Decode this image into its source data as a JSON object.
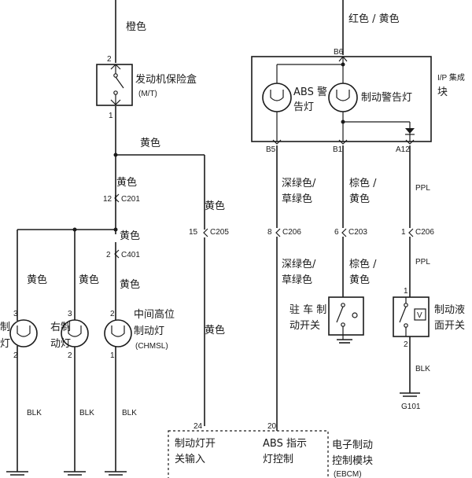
{
  "top_left": {
    "wire_color": "橙色"
  },
  "fuse_box": {
    "pin_top": "2",
    "pin_bottom": "1",
    "label": "发动机保险盒",
    "sub": "(M/T)"
  },
  "yellow_main": "黄色",
  "c201": {
    "color": "黄色",
    "pin": "12",
    "name": "C201"
  },
  "c401": {
    "color": "黄色",
    "pin": "2",
    "name": "C401"
  },
  "c205": {
    "color_above": "黄色",
    "pin": "15",
    "name": "C205",
    "color_below": "黄色"
  },
  "left_lamp_partial": {
    "color": "黄色",
    "pin_top": "3",
    "pin_bottom": "2",
    "label_1": "制",
    "label_2": "灯"
  },
  "right_brake_lamp": {
    "color": "黄色",
    "pin_top": "3",
    "pin_bottom": "2",
    "label_1": "右制",
    "label_2": "动灯"
  },
  "chmsl": {
    "color": "黄色",
    "pin_top": "2",
    "pin_bottom": "1",
    "label_1": "中间高位",
    "label_2": "制动灯",
    "label_3": "(CHMSL)"
  },
  "blk_labels": [
    "BLK",
    "BLK",
    "BLK"
  ],
  "ebcm": {
    "pin_24": "24",
    "pin_20": "20",
    "input_1": "制动灯开",
    "input_2": "关输入",
    "abs_1": "ABS 指示",
    "abs_2": "灯控制",
    "name_1": "电子制动",
    "name_2": "控制模块",
    "name_3": "(EBCM)"
  },
  "ip_cluster": {
    "top_wire": "红色 / 黄色",
    "pin_top": "B6",
    "abs_lamp_1": "ABS 警",
    "abs_lamp_2": "告灯",
    "brake_lamp": "制动警告灯",
    "label_1": "I/P 集成",
    "label_2": "块",
    "pin_b5": "B5",
    "pin_b1": "B1",
    "pin_a12": "A12"
  },
  "col_b5": {
    "color_1": "深绿色/",
    "color_2": "草绿色",
    "pin": "8",
    "name": "C206",
    "color_3": "深绿色/",
    "color_4": "草绿色"
  },
  "col_b1": {
    "color_1": "棕色 /",
    "color_2": "黄色",
    "pin": "6",
    "name": "C203",
    "color_3": "棕色 /",
    "color_4": "黄色"
  },
  "col_a12": {
    "color_1": "PPL",
    "pin": "1",
    "name": "C206",
    "color_2": "PPL"
  },
  "park_switch": {
    "label_1": "驻 车 制",
    "label_2": "动开关"
  },
  "fluid_switch": {
    "pin_top": "1",
    "pin_bottom": "2",
    "symbol": "V",
    "label_1": "制动液",
    "label_2": "面开关",
    "blk": "BLK",
    "ground": "G101"
  }
}
